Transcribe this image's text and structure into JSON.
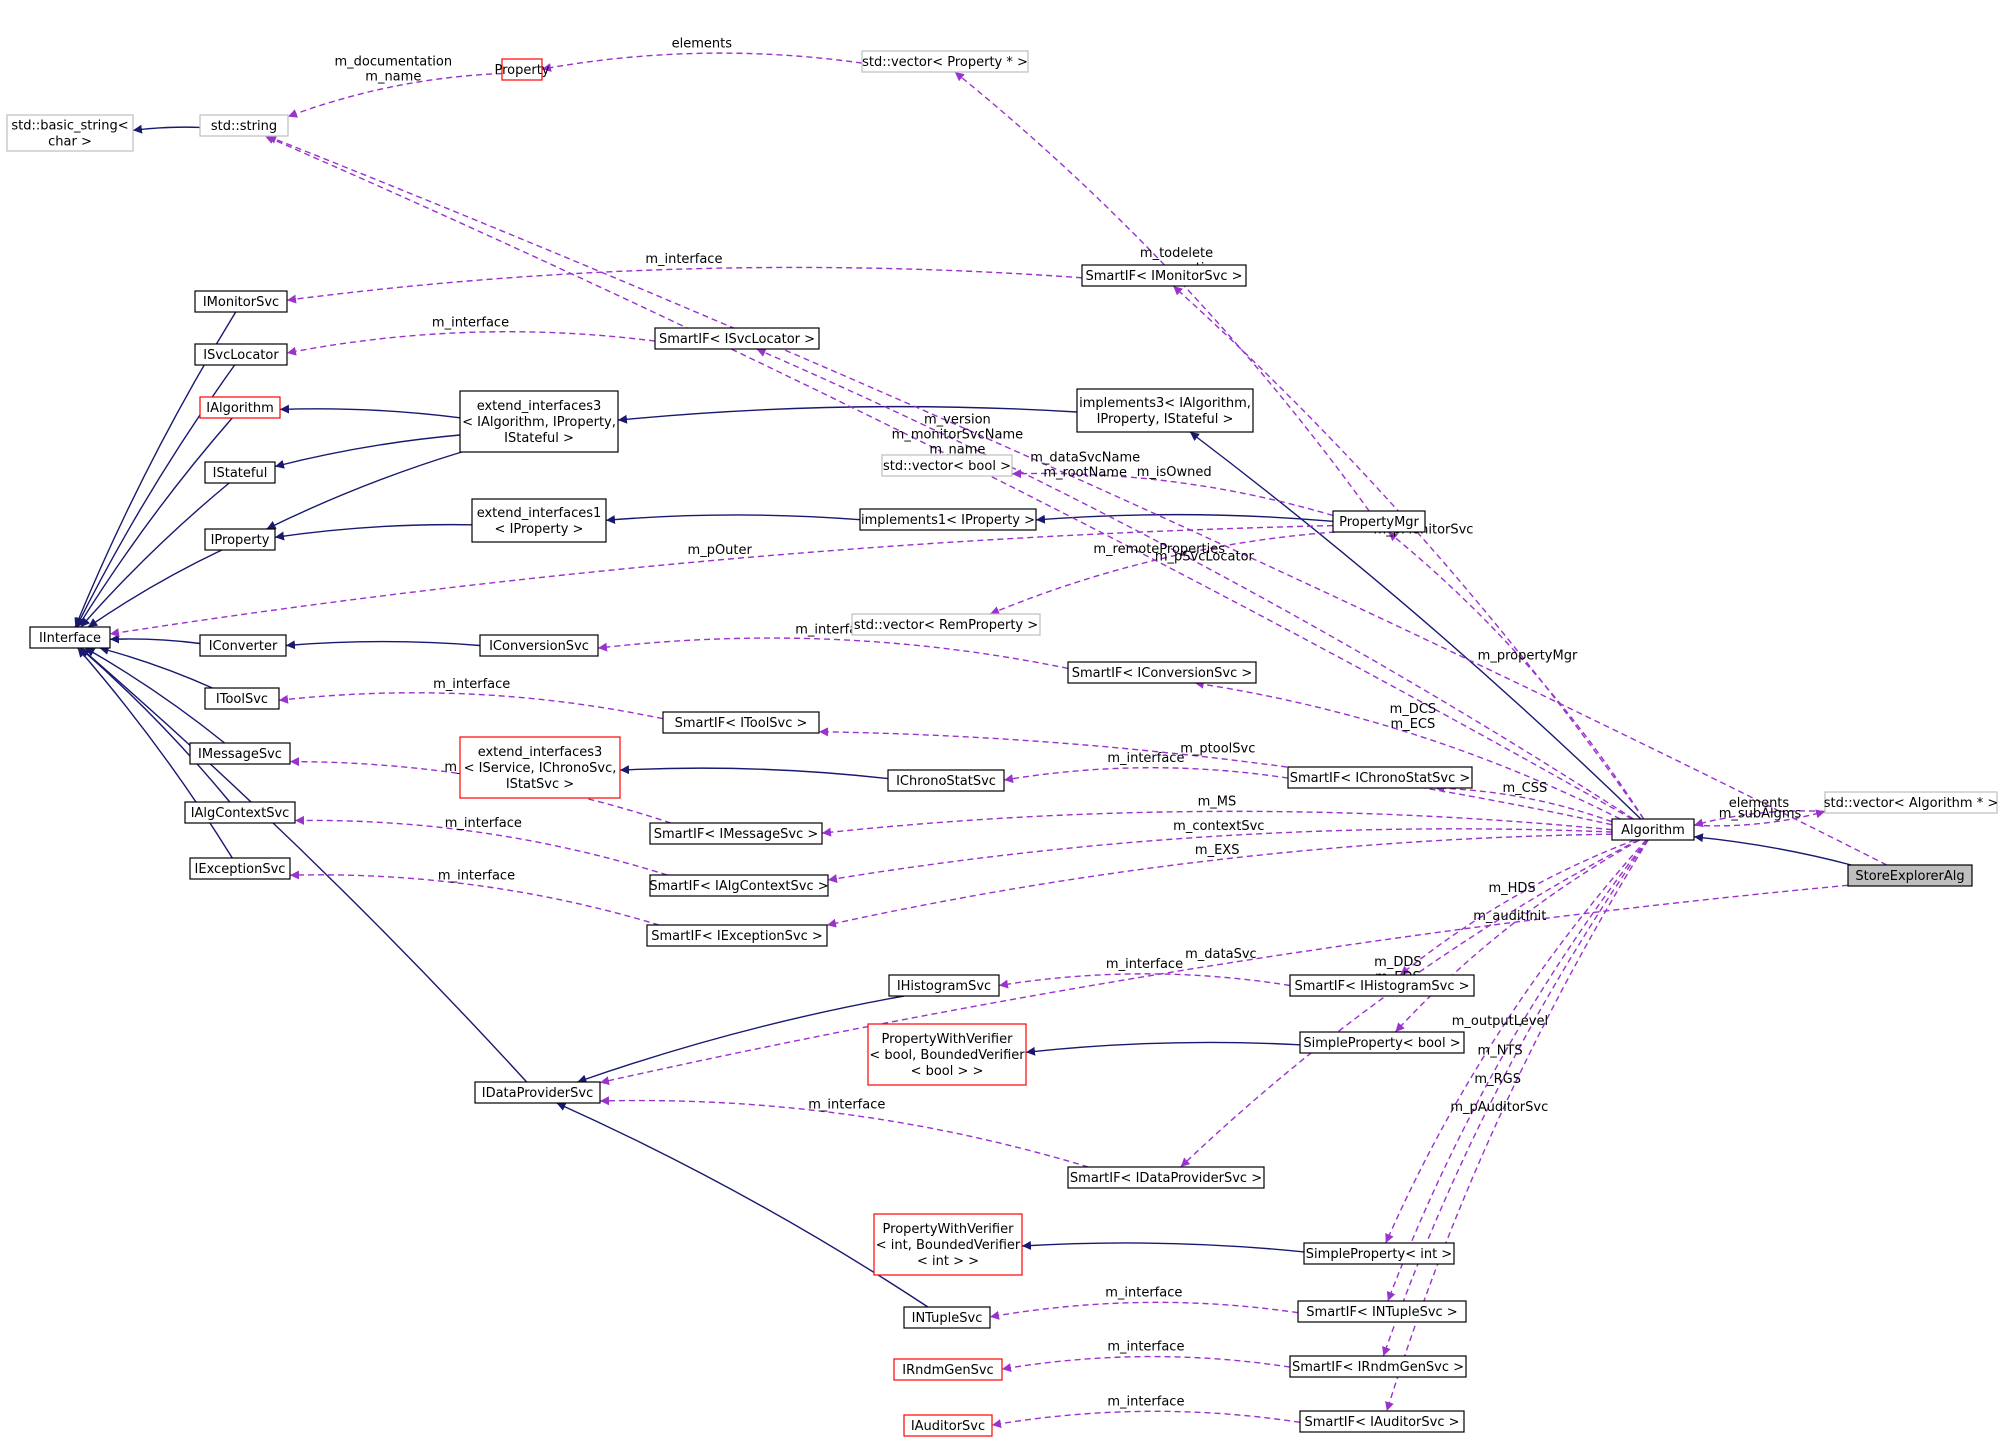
{
  "colors": {
    "inherit": "#191970",
    "usage": "#9a32cd",
    "border_normal": "#000000",
    "border_undocumented": "#bfbfbf",
    "border_red": "#ff0000",
    "highlight_fill": "#bfbfbf"
  },
  "nodes": [
    {
      "id": "basic_string",
      "lines": [
        "std::basic_string<",
        "char >"
      ],
      "style": "grey"
    },
    {
      "id": "std_string",
      "lines": [
        "std::string"
      ],
      "style": "grey"
    },
    {
      "id": "Property",
      "lines": [
        "Property"
      ],
      "style": "red"
    },
    {
      "id": "vec_prop",
      "lines": [
        "std::vector< Property * >"
      ],
      "style": "grey"
    },
    {
      "id": "IInterface",
      "lines": [
        "IInterface"
      ],
      "style": "normal"
    },
    {
      "id": "IMonitorSvc",
      "lines": [
        "IMonitorSvc"
      ],
      "style": "normal"
    },
    {
      "id": "ISvcLocator",
      "lines": [
        "ISvcLocator"
      ],
      "style": "normal"
    },
    {
      "id": "IAlgorithm",
      "lines": [
        "IAlgorithm"
      ],
      "style": "red"
    },
    {
      "id": "IStateful",
      "lines": [
        "IStateful"
      ],
      "style": "normal"
    },
    {
      "id": "IProperty",
      "lines": [
        "IProperty"
      ],
      "style": "normal"
    },
    {
      "id": "IConverter",
      "lines": [
        "IConverter"
      ],
      "style": "normal"
    },
    {
      "id": "IToolSvc",
      "lines": [
        "IToolSvc"
      ],
      "style": "normal"
    },
    {
      "id": "IMessageSvc",
      "lines": [
        "IMessageSvc"
      ],
      "style": "normal"
    },
    {
      "id": "IAlgContextSvc",
      "lines": [
        "IAlgContextSvc"
      ],
      "style": "normal"
    },
    {
      "id": "IExceptionSvc",
      "lines": [
        "IExceptionSvc"
      ],
      "style": "normal"
    },
    {
      "id": "IDataProviderSvc",
      "lines": [
        "IDataProviderSvc"
      ],
      "style": "normal"
    },
    {
      "id": "ext3_alg",
      "lines": [
        "extend_interfaces3",
        "< IAlgorithm, IProperty,",
        "IStateful >"
      ],
      "style": "normal"
    },
    {
      "id": "ext1_prop",
      "lines": [
        "extend_interfaces1",
        "< IProperty >"
      ],
      "style": "normal"
    },
    {
      "id": "IConversionSvc",
      "lines": [
        "IConversionSvc"
      ],
      "style": "normal"
    },
    {
      "id": "ext3_svc",
      "lines": [
        "extend_interfaces3",
        "< IService, IChronoSvc,",
        "IStatSvc >"
      ],
      "style": "red"
    },
    {
      "id": "SmartIF_Monitor",
      "lines": [
        "SmartIF< IMonitorSvc >"
      ],
      "style": "normal"
    },
    {
      "id": "SmartIF_SvcLoc",
      "lines": [
        "SmartIF< ISvcLocator >"
      ],
      "style": "normal"
    },
    {
      "id": "impl3",
      "lines": [
        "implements3< IAlgorithm,",
        "IProperty, IStateful >"
      ],
      "style": "normal"
    },
    {
      "id": "vec_bool",
      "lines": [
        "std::vector< bool >"
      ],
      "style": "grey"
    },
    {
      "id": "impl1",
      "lines": [
        "implements1< IProperty >"
      ],
      "style": "normal"
    },
    {
      "id": "PropertyMgr",
      "lines": [
        "PropertyMgr"
      ],
      "style": "normal"
    },
    {
      "id": "vec_remprop",
      "lines": [
        "std::vector< RemProperty >"
      ],
      "style": "grey"
    },
    {
      "id": "SmartIF_ConvSvc",
      "lines": [
        "SmartIF< IConversionSvc >"
      ],
      "style": "normal"
    },
    {
      "id": "SmartIF_ToolSvc",
      "lines": [
        "SmartIF< IToolSvc >"
      ],
      "style": "normal"
    },
    {
      "id": "IChronoStatSvc",
      "lines": [
        "IChronoStatSvc"
      ],
      "style": "normal"
    },
    {
      "id": "SmartIF_Chrono",
      "lines": [
        "SmartIF< IChronoStatSvc >"
      ],
      "style": "normal"
    },
    {
      "id": "SmartIF_Msg",
      "lines": [
        "SmartIF< IMessageSvc >"
      ],
      "style": "normal"
    },
    {
      "id": "SmartIF_AlgCtx",
      "lines": [
        "SmartIF< IAlgContextSvc >"
      ],
      "style": "normal"
    },
    {
      "id": "SmartIF_Exc",
      "lines": [
        "SmartIF< IExceptionSvc >"
      ],
      "style": "normal"
    },
    {
      "id": "IHistogramSvc",
      "lines": [
        "IHistogramSvc"
      ],
      "style": "normal"
    },
    {
      "id": "SmartIF_Hist",
      "lines": [
        "SmartIF< IHistogramSvc >"
      ],
      "style": "normal"
    },
    {
      "id": "PWV_bool",
      "lines": [
        "PropertyWithVerifier",
        "< bool, BoundedVerifier",
        "< bool > >"
      ],
      "style": "red"
    },
    {
      "id": "SimpleProp_bool",
      "lines": [
        "SimpleProperty< bool >"
      ],
      "style": "normal"
    },
    {
      "id": "SmartIF_DataProv",
      "lines": [
        "SmartIF< IDataProviderSvc >"
      ],
      "style": "normal"
    },
    {
      "id": "PWV_int",
      "lines": [
        "PropertyWithVerifier",
        "< int, BoundedVerifier",
        "< int > >"
      ],
      "style": "red"
    },
    {
      "id": "SimpleProp_int",
      "lines": [
        "SimpleProperty< int >"
      ],
      "style": "normal"
    },
    {
      "id": "INTupleSvc",
      "lines": [
        "INTupleSvc"
      ],
      "style": "normal"
    },
    {
      "id": "SmartIF_NTuple",
      "lines": [
        "SmartIF< INTupleSvc >"
      ],
      "style": "normal"
    },
    {
      "id": "IRndmGenSvc",
      "lines": [
        "IRndmGenSvc"
      ],
      "style": "red"
    },
    {
      "id": "SmartIF_Rndm",
      "lines": [
        "SmartIF< IRndmGenSvc >"
      ],
      "style": "normal"
    },
    {
      "id": "IAuditorSvc",
      "lines": [
        "IAuditorSvc"
      ],
      "style": "red"
    },
    {
      "id": "SmartIF_Auditor",
      "lines": [
        "SmartIF< IAuditorSvc >"
      ],
      "style": "normal"
    },
    {
      "id": "Algorithm",
      "lines": [
        "Algorithm"
      ],
      "style": "normal"
    },
    {
      "id": "vec_alg",
      "lines": [
        "std::vector< Algorithm * >"
      ],
      "style": "grey"
    },
    {
      "id": "StoreExplorerAlg",
      "lines": [
        "StoreExplorerAlg"
      ],
      "style": "highlight"
    }
  ],
  "edges": [
    {
      "kind": "inherit",
      "from": "std_string",
      "to": "basic_string"
    },
    {
      "kind": "inherit",
      "from": "IMonitorSvc",
      "to": "IInterface"
    },
    {
      "kind": "inherit",
      "from": "ISvcLocator",
      "to": "IInterface"
    },
    {
      "kind": "inherit",
      "from": "IAlgorithm",
      "to": "IInterface"
    },
    {
      "kind": "inherit",
      "from": "IStateful",
      "to": "IInterface"
    },
    {
      "kind": "inherit",
      "from": "IProperty",
      "to": "IInterface"
    },
    {
      "kind": "inherit",
      "from": "IConverter",
      "to": "IInterface"
    },
    {
      "kind": "inherit",
      "from": "IToolSvc",
      "to": "IInterface"
    },
    {
      "kind": "inherit",
      "from": "IMessageSvc",
      "to": "IInterface"
    },
    {
      "kind": "inherit",
      "from": "IAlgContextSvc",
      "to": "IInterface"
    },
    {
      "kind": "inherit",
      "from": "IExceptionSvc",
      "to": "IInterface"
    },
    {
      "kind": "inherit",
      "from": "IDataProviderSvc",
      "to": "IInterface"
    },
    {
      "kind": "inherit",
      "from": "ext3_alg",
      "to": "IAlgorithm"
    },
    {
      "kind": "inherit",
      "from": "ext3_alg",
      "to": "IStateful"
    },
    {
      "kind": "inherit",
      "from": "ext3_alg",
      "to": "IProperty"
    },
    {
      "kind": "inherit",
      "from": "ext1_prop",
      "to": "IProperty"
    },
    {
      "kind": "inherit",
      "from": "IConversionSvc",
      "to": "IConverter"
    },
    {
      "kind": "inherit",
      "from": "impl3",
      "to": "ext3_alg"
    },
    {
      "kind": "inherit",
      "from": "impl1",
      "to": "ext1_prop"
    },
    {
      "kind": "inherit",
      "from": "PropertyMgr",
      "to": "impl1"
    },
    {
      "kind": "inherit",
      "from": "IChronoStatSvc",
      "to": "ext3_svc"
    },
    {
      "kind": "inherit",
      "from": "IHistogramSvc",
      "to": "IDataProviderSvc"
    },
    {
      "kind": "inherit",
      "from": "SimpleProp_bool",
      "to": "PWV_bool"
    },
    {
      "kind": "inherit",
      "from": "SimpleProp_int",
      "to": "PWV_int"
    },
    {
      "kind": "inherit",
      "from": "INTupleSvc",
      "to": "IDataProviderSvc"
    },
    {
      "kind": "inherit",
      "from": "Algorithm",
      "to": "impl3"
    },
    {
      "kind": "inherit",
      "from": "StoreExplorerAlg",
      "to": "Algorithm"
    },
    {
      "kind": "usage",
      "from": "Property",
      "to": "std_string",
      "labels": [
        "m_documentation",
        "m_name"
      ]
    },
    {
      "kind": "usage",
      "from": "vec_prop",
      "to": "Property",
      "labels": [
        "elements"
      ]
    },
    {
      "kind": "usage",
      "from": "PropertyMgr",
      "to": "vec_prop",
      "labels": [
        "m_todelete",
        "m_properties"
      ]
    },
    {
      "kind": "usage",
      "from": "StoreExplorerAlg",
      "to": "std_string",
      "labels": [
        "m_dataSvcName",
        "m_rootName"
      ]
    },
    {
      "kind": "usage",
      "from": "Algorithm",
      "to": "std_string",
      "labels": [
        "m_version",
        "m_monitorSvcName",
        "m_name"
      ]
    },
    {
      "kind": "usage",
      "from": "SmartIF_Monitor",
      "to": "IMonitorSvc",
      "labels": [
        "m_interface"
      ]
    },
    {
      "kind": "usage",
      "from": "Algorithm",
      "to": "SmartIF_Monitor",
      "labels": [
        "m_pMonitorSvc"
      ]
    },
    {
      "kind": "usage",
      "from": "SmartIF_SvcLoc",
      "to": "ISvcLocator",
      "labels": [
        "m_interface"
      ]
    },
    {
      "kind": "usage",
      "from": "Algorithm",
      "to": "SmartIF_SvcLoc",
      "labels": [
        "m_pSvcLocator"
      ]
    },
    {
      "kind": "usage",
      "from": "PropertyMgr",
      "to": "vec_bool",
      "labels": [
        "m_isOwned"
      ]
    },
    {
      "kind": "usage",
      "from": "PropertyMgr",
      "to": "IInterface",
      "labels": [
        "m_pOuter"
      ]
    },
    {
      "kind": "usage",
      "from": "Algorithm",
      "to": "PropertyMgr",
      "labels": [
        "m_propertyMgr"
      ]
    },
    {
      "kind": "usage",
      "from": "PropertyMgr",
      "to": "vec_remprop",
      "labels": [
        "m_remoteProperties"
      ]
    },
    {
      "kind": "usage",
      "from": "SmartIF_ConvSvc",
      "to": "IConversionSvc",
      "labels": [
        "m_interface"
      ]
    },
    {
      "kind": "usage",
      "from": "Algorithm",
      "to": "SmartIF_ConvSvc",
      "labels": [
        "m_DCS",
        "m_ECS"
      ]
    },
    {
      "kind": "usage",
      "from": "SmartIF_ToolSvc",
      "to": "IToolSvc",
      "labels": [
        "m_interface"
      ]
    },
    {
      "kind": "usage",
      "from": "Algorithm",
      "to": "SmartIF_ToolSvc",
      "labels": [
        "m_ptoolSvc"
      ]
    },
    {
      "kind": "usage",
      "from": "SmartIF_Chrono",
      "to": "IChronoStatSvc",
      "labels": [
        "m_interface"
      ]
    },
    {
      "kind": "usage",
      "from": "Algorithm",
      "to": "SmartIF_Chrono",
      "labels": [
        "m_CSS"
      ]
    },
    {
      "kind": "usage",
      "from": "SmartIF_Msg",
      "to": "IMessageSvc",
      "labels": [
        "m_interface"
      ]
    },
    {
      "kind": "usage",
      "from": "Algorithm",
      "to": "SmartIF_Msg",
      "labels": [
        "m_MS"
      ]
    },
    {
      "kind": "usage",
      "from": "SmartIF_AlgCtx",
      "to": "IAlgContextSvc",
      "labels": [
        "m_interface"
      ]
    },
    {
      "kind": "usage",
      "from": "Algorithm",
      "to": "SmartIF_AlgCtx",
      "labels": [
        "m_contextSvc"
      ]
    },
    {
      "kind": "usage",
      "from": "SmartIF_Exc",
      "to": "IExceptionSvc",
      "labels": [
        "m_interface"
      ]
    },
    {
      "kind": "usage",
      "from": "Algorithm",
      "to": "SmartIF_Exc",
      "labels": [
        "m_EXS"
      ]
    },
    {
      "kind": "usage",
      "from": "vec_alg",
      "to": "Algorithm",
      "labels": [
        "elements"
      ]
    },
    {
      "kind": "usage",
      "from": "Algorithm",
      "to": "vec_alg",
      "labels": [
        "m_subAlgms"
      ]
    },
    {
      "kind": "usage",
      "from": "SmartIF_Hist",
      "to": "IHistogramSvc",
      "labels": [
        "m_interface"
      ]
    },
    {
      "kind": "usage",
      "from": "Algorithm",
      "to": "SmartIF_Hist",
      "labels": [
        "m_HDS"
      ]
    },
    {
      "kind": "usage",
      "from": "Algorithm",
      "to": "SimpleProp_bool",
      "labels": [
        "m_auditInit"
      ]
    },
    {
      "kind": "usage",
      "from": "StoreExplorerAlg",
      "to": "IDataProviderSvc",
      "labels": [
        "m_dataSvc"
      ]
    },
    {
      "kind": "usage",
      "from": "SmartIF_DataProv",
      "to": "IDataProviderSvc",
      "labels": [
        "m_interface"
      ]
    },
    {
      "kind": "usage",
      "from": "Algorithm",
      "to": "SmartIF_DataProv",
      "labels": [
        "m_DDS",
        "m_EDS"
      ]
    },
    {
      "kind": "usage",
      "from": "Algorithm",
      "to": "SimpleProp_int",
      "labels": [
        "m_outputLevel"
      ]
    },
    {
      "kind": "usage",
      "from": "SmartIF_NTuple",
      "to": "INTupleSvc",
      "labels": [
        "m_interface"
      ]
    },
    {
      "kind": "usage",
      "from": "Algorithm",
      "to": "SmartIF_NTuple",
      "labels": [
        "m_NTS"
      ]
    },
    {
      "kind": "usage",
      "from": "SmartIF_Rndm",
      "to": "IRndmGenSvc",
      "labels": [
        "m_interface"
      ]
    },
    {
      "kind": "usage",
      "from": "Algorithm",
      "to": "SmartIF_Rndm",
      "labels": [
        "m_RGS"
      ]
    },
    {
      "kind": "usage",
      "from": "SmartIF_Auditor",
      "to": "IAuditorSvc",
      "labels": [
        "m_interface"
      ]
    },
    {
      "kind": "usage",
      "from": "Algorithm",
      "to": "SmartIF_Auditor",
      "labels": [
        "m_pAuditorSvc"
      ]
    }
  ]
}
